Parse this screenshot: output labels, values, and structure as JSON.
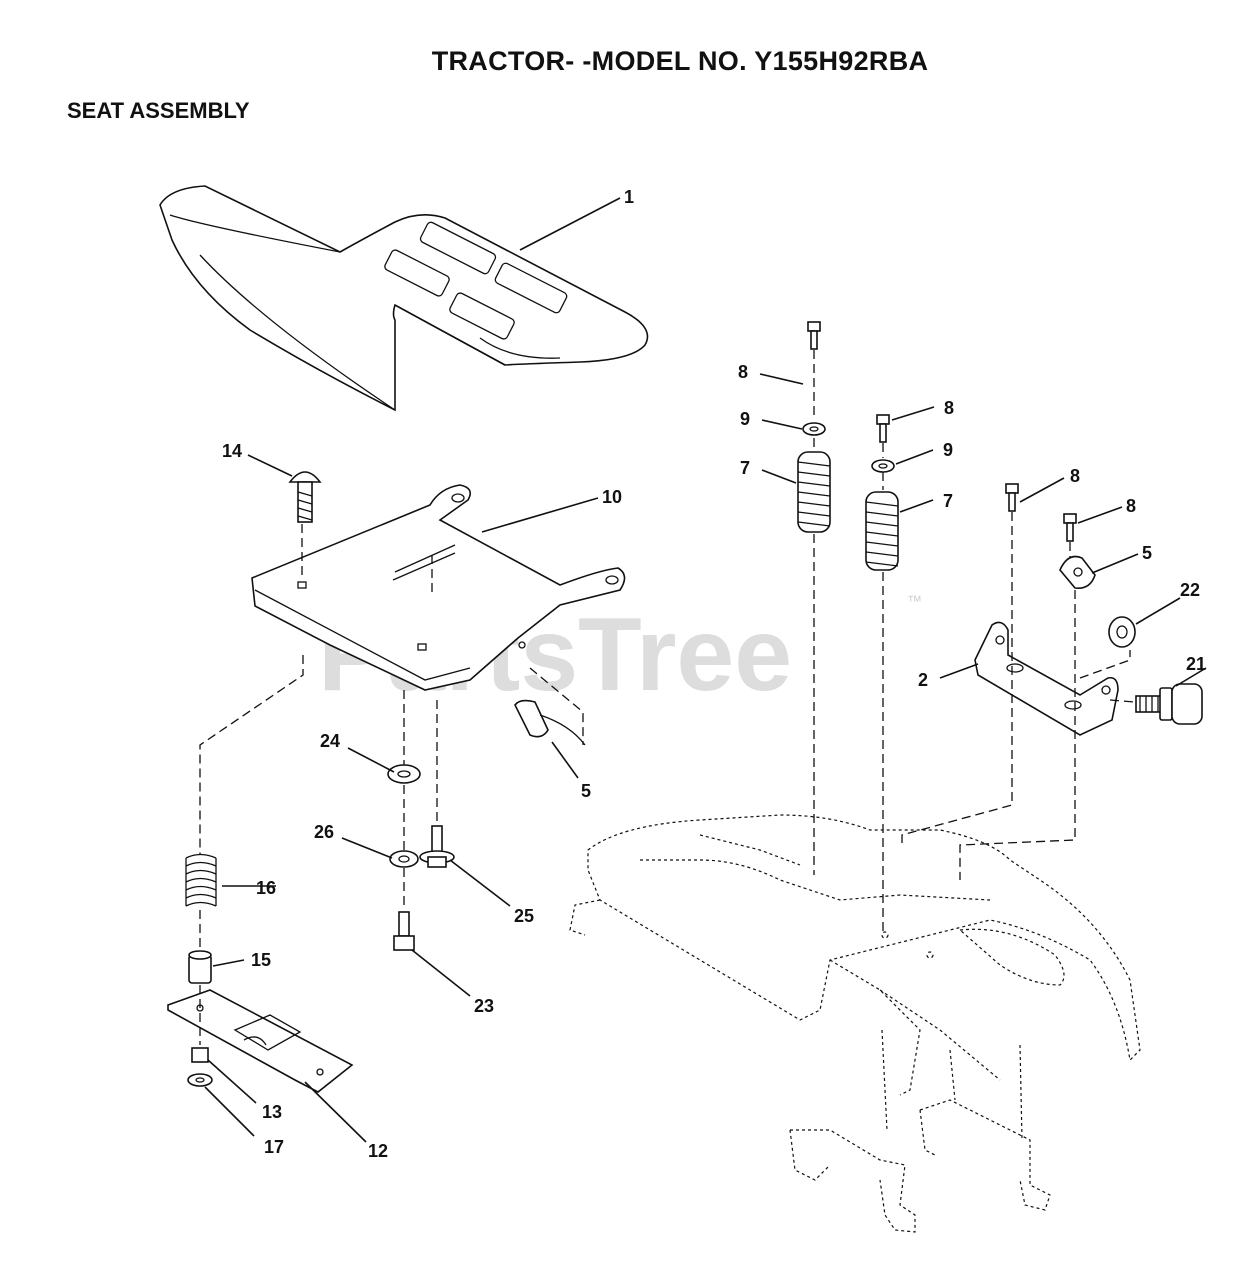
{
  "header": {
    "title": "TRACTOR- -MODEL NO. Y155H92RBA",
    "section": "SEAT ASSEMBLY"
  },
  "watermark": {
    "text": "PartsTree",
    "mark": "™"
  },
  "callouts": {
    "c1": "1",
    "c2": "2",
    "c5a": "5",
    "c5b": "5",
    "c7a": "7",
    "c7b": "7",
    "c8a": "8",
    "c8b": "8",
    "c8c": "8",
    "c8d": "8",
    "c9a": "9",
    "c9b": "9",
    "c10": "10",
    "c12": "12",
    "c13": "13",
    "c14": "14",
    "c15": "15",
    "c16": "16",
    "c17": "17",
    "c21": "21",
    "c22": "22",
    "c23": "23",
    "c24": "24",
    "c25": "25",
    "c26": "26"
  },
  "parts": [
    {
      "id": "seat",
      "icon": "seat-icon"
    },
    {
      "id": "seat-pan",
      "icon": "seat-pan-icon"
    },
    {
      "id": "bracket",
      "icon": "bracket-icon"
    },
    {
      "id": "springs",
      "icon": "spring-icon"
    },
    {
      "id": "fender",
      "icon": "fender-icon"
    },
    {
      "id": "slide-rail",
      "icon": "slide-rail-icon"
    },
    {
      "id": "knob",
      "icon": "knob-icon"
    }
  ]
}
